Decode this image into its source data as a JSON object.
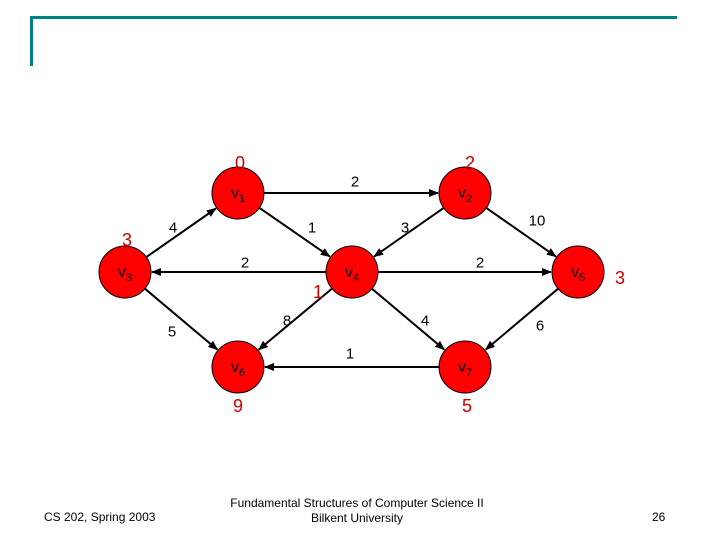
{
  "graph": {
    "nodes": [
      {
        "id": "v1",
        "label": "v",
        "sub": "1",
        "distance": "0"
      },
      {
        "id": "v2",
        "label": "v",
        "sub": "2",
        "distance": "2"
      },
      {
        "id": "v3",
        "label": "v",
        "sub": "3",
        "distance": "3"
      },
      {
        "id": "v4",
        "label": "v",
        "sub": "4",
        "distance": "1"
      },
      {
        "id": "v5",
        "label": "v",
        "sub": "5",
        "distance": "3"
      },
      {
        "id": "v6",
        "label": "v",
        "sub": "6",
        "distance": "9"
      },
      {
        "id": "v7",
        "label": "v",
        "sub": "7",
        "distance": "5"
      }
    ],
    "edges": [
      {
        "from": "v1",
        "to": "v2",
        "weight": "2"
      },
      {
        "from": "v3",
        "to": "v1",
        "weight": "4"
      },
      {
        "from": "v1",
        "to": "v4",
        "weight": "1"
      },
      {
        "from": "v2",
        "to": "v4",
        "weight": "3"
      },
      {
        "from": "v2",
        "to": "v5",
        "weight": "10"
      },
      {
        "from": "v4",
        "to": "v3",
        "weight": "2"
      },
      {
        "from": "v4",
        "to": "v5",
        "weight": "2"
      },
      {
        "from": "v3",
        "to": "v6",
        "weight": "5"
      },
      {
        "from": "v4",
        "to": "v6",
        "weight": "8"
      },
      {
        "from": "v4",
        "to": "v7",
        "weight": "4"
      },
      {
        "from": "v5",
        "to": "v7",
        "weight": "6"
      },
      {
        "from": "v7",
        "to": "v6",
        "weight": "1"
      }
    ],
    "colors": {
      "node_fill": "#ff0000",
      "edge": "#000000",
      "distance_text": "#cc0000",
      "frame": "#008080"
    }
  },
  "footer": {
    "course": "CS 202, Spring 2003",
    "title_line1": "Fundamental Structures of Computer Science II",
    "title_line2": "Bilkent University",
    "page_number": "26"
  }
}
